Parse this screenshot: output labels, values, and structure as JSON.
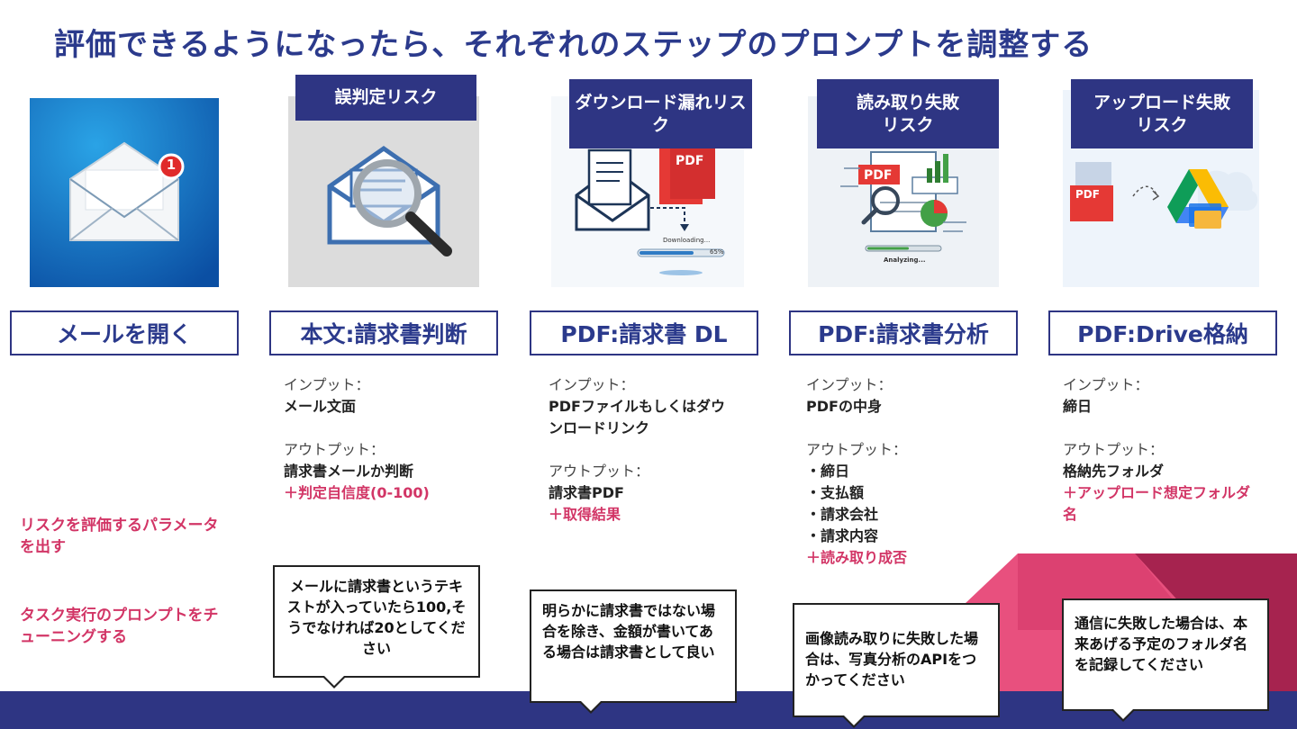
{
  "title": "評価できるようになったら、それぞれのステップのプロンプトを調整する",
  "labels": {
    "input": "インプット：",
    "output": "アウトプット："
  },
  "side": {
    "param": "リスクを評価するパラメータを出す",
    "tuning": "タスク実行のプロンプトをチューニングする"
  },
  "steps": [
    {
      "step": "メールを開く",
      "image_icon": "mail-notification-icon"
    },
    {
      "risk": "誤判定リスク",
      "step": "本文:請求書判断",
      "image_icon": "mail-magnifier-icon",
      "input": "メール文面",
      "output": [
        "請求書メールか判断"
      ],
      "output_add": "＋判定自信度(0-100)",
      "bubble": "メールに請求書というテキストが入っていたら100,そうでなければ20としてください"
    },
    {
      "risk": "ダウンロード漏れリスク",
      "step": "PDF:請求書 DL",
      "image_icon": "pdf-download-icon",
      "image_text": {
        "pdf": "PDF",
        "downloading": "Downloading...",
        "percent": "65%"
      },
      "input": "PDFファイルもしくはダウンロードリンク",
      "output": [
        "請求書PDF"
      ],
      "output_add": "＋取得結果",
      "bubble": "明らかに請求書ではない場合を除き、金額が書いてある場合は請求書として良い"
    },
    {
      "risk": "読み取り失敗\nリスク",
      "step": "PDF:請求書分析",
      "image_icon": "pdf-analyze-icon",
      "image_text": {
        "pdf": "PDF",
        "analyzing": "Analyzing..."
      },
      "input": "PDFの中身",
      "output": [
        "・締日",
        "・支払額",
        "・請求会社",
        "・請求内容"
      ],
      "output_add": "＋読み取り成否",
      "bubble": "画像読み取りに失敗した場合は、写真分析のAPIをつかってください"
    },
    {
      "risk": "アップロード失敗\nリスク",
      "step": "PDF:Drive格納",
      "image_icon": "drive-upload-icon",
      "image_text": {
        "pdf": "PDF"
      },
      "input": "締日",
      "output": [
        "格納先フォルダ"
      ],
      "output_add": "＋アップロード想定フォルダ名",
      "bubble": "通信に失敗した場合は、本来あげる予定のフォルダ名を記録してください"
    }
  ],
  "colors": {
    "navy": "#2e3583",
    "title": "#2b3a8c",
    "accent_pink": "#d23566",
    "deco_pink": "#e8507e",
    "deco_dark": "#a6234f"
  }
}
